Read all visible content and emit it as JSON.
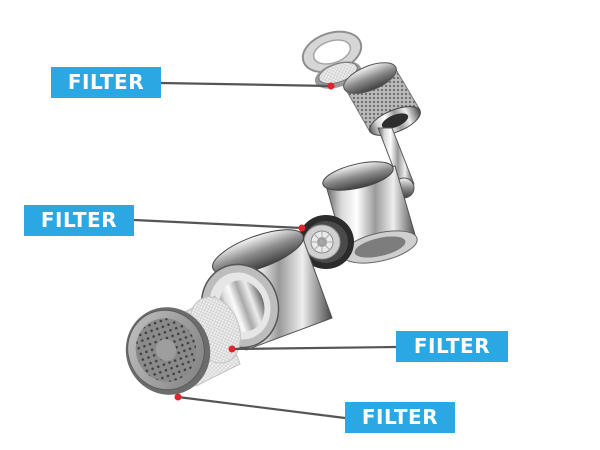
{
  "labels": [
    {
      "text": "FILTER"
    },
    {
      "text": "FILTER"
    },
    {
      "text": "FILTER"
    },
    {
      "text": "FILTER"
    }
  ],
  "colors": {
    "label_background": "#29a8e3",
    "label_text": "#ffffff",
    "leader_line": "#555555",
    "marker_dot": "#e2242b",
    "chrome_light": "#f2f2f2",
    "chrome_dark": "#6e6e6e",
    "rubber_dark": "#2b2b2b",
    "mesh": "#d8d8d8"
  }
}
